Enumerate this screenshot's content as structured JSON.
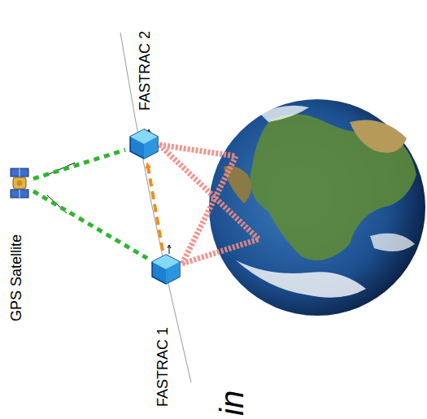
{
  "diagram": {
    "nodes": [
      {
        "text": [
          "GPS Satellite"
        ]
      },
      {
        "text": [
          "FASTRAC 1"
        ]
      },
      {
        "text": [
          "FASTRAC 2"
        ]
      }
    ],
    "edges": [
      {
        "from": 0,
        "to": 2,
        "arrow": "none"
      },
      {
        "from": 0,
        "to": 1,
        "arrow": "none"
      },
      {
        "from": 1,
        "to": 2,
        "arrow": "to"
      }
    ],
    "labels": [
      "in"
    ]
  }
}
